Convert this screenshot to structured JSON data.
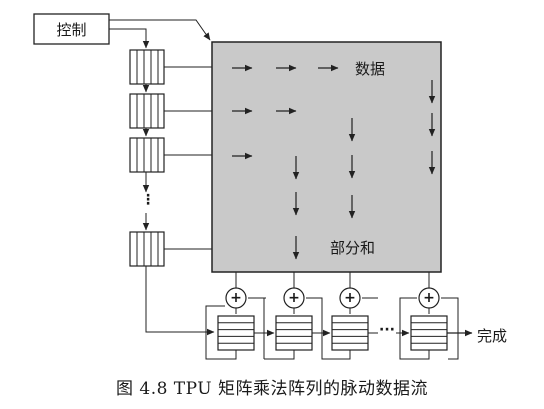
{
  "diagram": {
    "control_label": "控制",
    "data_label": "数据",
    "partial_sum_label": "部分和",
    "done_label": "完成",
    "left_ellipsis": "⋮",
    "bottom_ellipsis": "···",
    "plus_symbol": "+"
  },
  "caption": "图 4.8   TPU 矩阵乘法阵列的脉动数据流"
}
